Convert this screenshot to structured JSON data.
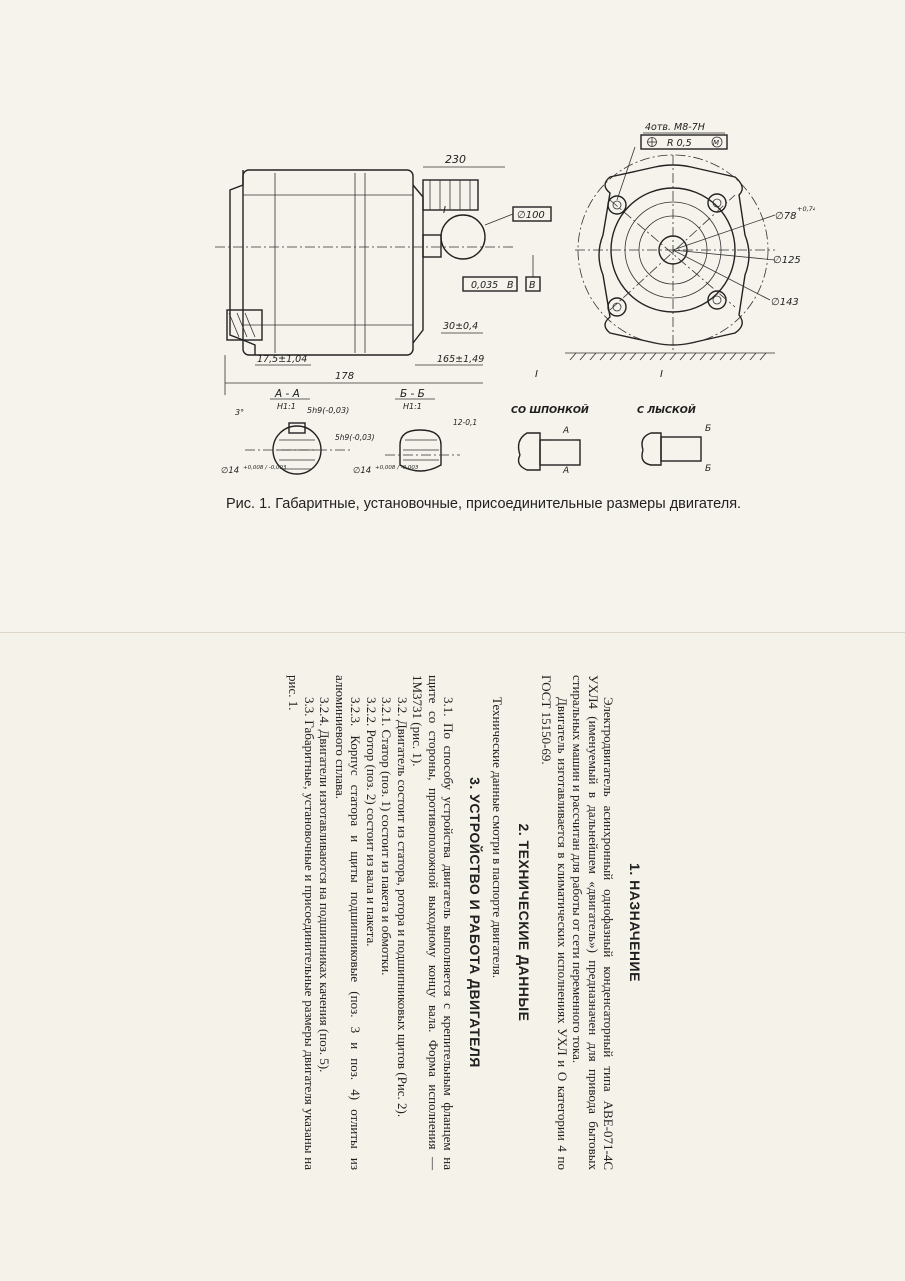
{
  "drawing": {
    "dims": {
      "d230": "230",
      "holes": "4отв. М8-7Н",
      "tol": "R 0,5",
      "tol_m": "M",
      "d100": "∅100",
      "d78": "∅78",
      "d78_tol": "+0,74",
      "d125": "∅125",
      "d143": "∅143",
      "runout": "0,035",
      "runout_ref": "В",
      "ref_b": "В",
      "d30": "30±0,4",
      "d17": "17,5±1,04",
      "d165": "165±1,49",
      "d178": "178",
      "sec_i": "I",
      "sec_i2": "I",
      "sec_i3": "I"
    },
    "section_aa": {
      "title": "А - А",
      "fit": "H1:1",
      "key": "5h9(-0,03)",
      "angle": "3°",
      "diam": "∅14",
      "diam_tol": "+0,008 / -0,003"
    },
    "section_bb": {
      "title": "Б - Б",
      "fit": "H1:1",
      "height": "12-0,1",
      "key": "5h9(-0,03)",
      "diam": "∅14",
      "diam_tol": "+0,008 / -0,003"
    },
    "variant_key": {
      "label": "СО ШПОНКОЙ",
      "mark_top": "А",
      "mark_bottom": "А"
    },
    "variant_flat": {
      "label": "С ЛЫСКОЙ",
      "mark_top": "Б",
      "mark_bottom": "Б"
    }
  },
  "caption": "Рис. 1. Габаритные, установочные, присоединительные размеры двигателя.",
  "sections": [
    {
      "heading": "1. НАЗНАЧЕНИЕ",
      "paragraphs": [
        "Электродвигатель асинхронный однофазный конденсаторный типа АВЕ-071-4С УХЛ4 (именуемый в дальнейшем «двигатель») предназначен для привода бытовых стиральных машин и рассчитан для работы от сети переменного тока.",
        "Двигатель изготавливается в климатических исполнениях УХЛ и О категории 4 по ГОСТ 15150-69."
      ]
    },
    {
      "heading": "2. ТЕХНИЧЕСКИЕ ДАННЫЕ",
      "paragraphs": [
        "Технические данные смотри в паспорте двигателя."
      ]
    },
    {
      "heading": "3. УСТРОЙСТВО И РАБОТА ДВИГАТЕЛЯ",
      "paragraphs": [
        "3.1. По способу устройства двигатель выполняется с крепительным фланцем на щите со стороны, противоположной выходному концу вала. Форма исполнения — 1М3731 (рис. 1).",
        "3.2. Двигатель состоит из статора, ротора и подшипниковых щитов (Рис. 2).",
        "3.2.1. Статор (поз. 1) состоит из пакета и обмотки.",
        "3.2.2. Ротор (поз. 2) состоит из вала и пакета.",
        "3.2.3. Корпус статора и щиты подшипниковые (поз. 3 и поз. 4) отлиты из алюминиевого сплава.",
        "3.2.4. Двигатели изготавливаются на подшипниках качения (поз. 5).",
        "3.3. Габаритные, установочные и присоединительные размеры двигателя указаны на рис. 1."
      ]
    }
  ]
}
